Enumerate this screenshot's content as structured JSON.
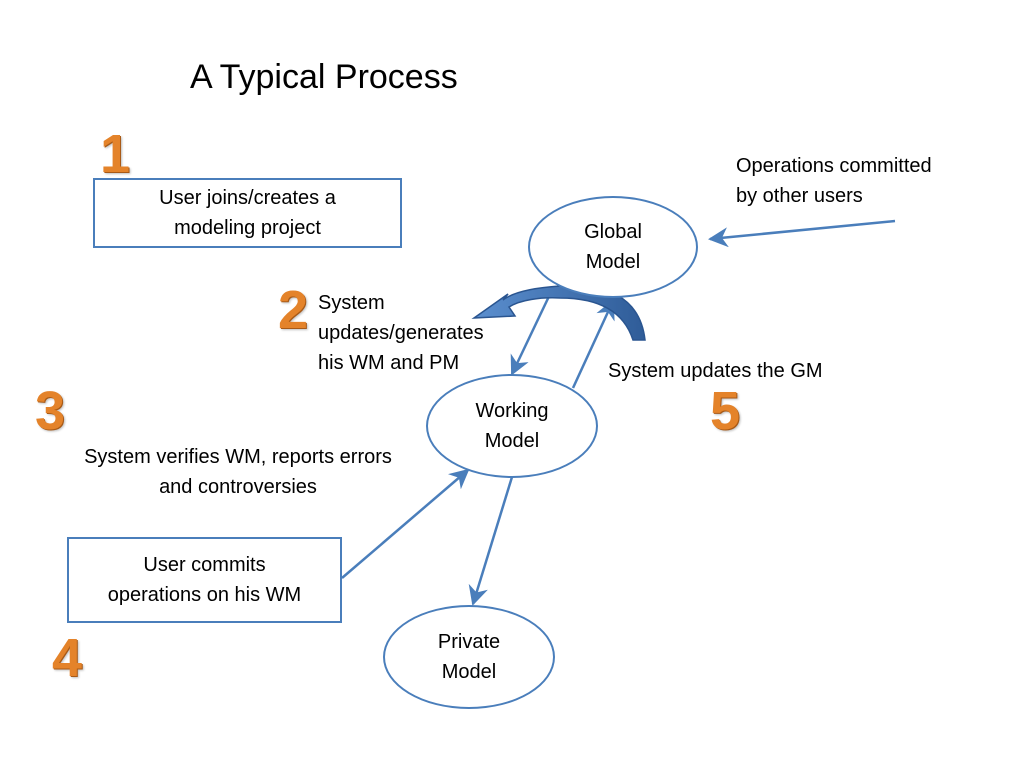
{
  "title": "A Typical Process",
  "steps": {
    "s1": "1",
    "s2": "2",
    "s3": "3",
    "s4": "4",
    "s5": "5"
  },
  "boxes": {
    "join": [
      "User joins/creates a",
      "modeling project"
    ],
    "commit": [
      "User commits",
      "operations on his WM"
    ]
  },
  "nodes": {
    "global": [
      "Global",
      "Model"
    ],
    "working": [
      "Working",
      "Model"
    ],
    "private": [
      "Private",
      "Model"
    ]
  },
  "labels": {
    "other_ops": [
      "Operations committed",
      "by other users"
    ],
    "update_wm": [
      "System",
      "updates/generates",
      "his WM and PM"
    ],
    "update_gm": "System updates the GM",
    "verify": [
      "System verifies WM, reports errors",
      "and controversies"
    ]
  },
  "colors": {
    "line": "#4a7ebb",
    "step_number": "#e4832a",
    "curved_arrow": "#3a6aa8"
  }
}
